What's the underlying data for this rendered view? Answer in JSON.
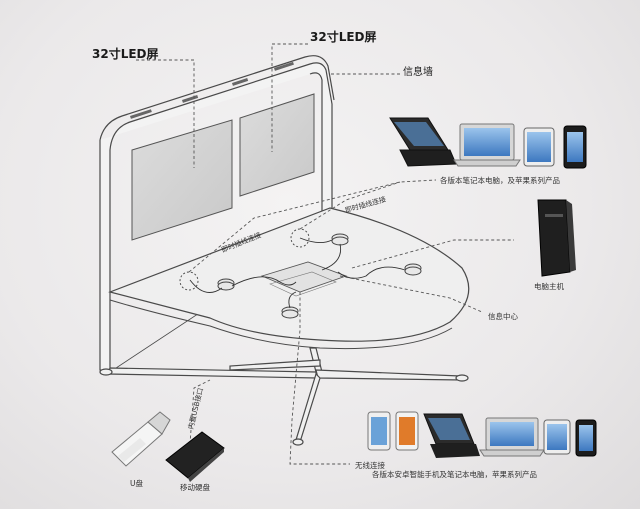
{
  "labels": {
    "led_screen_left": "32寸LED屏",
    "led_screen_right": "32寸LED屏",
    "info_wall": "信息墙",
    "laptops_apple": "各版本笔记本电脑，及苹果系列产品",
    "pc_host": "电脑主机",
    "info_center": "信息中心",
    "plug_connect_left": "即时插线连接",
    "plug_connect_right": "即时插线连接",
    "wireless_connect": "无线连接",
    "mobile_devices": "各版本安卓智能手机及笔记本电脑，苹果系列产品",
    "usb_port": "内置USB接口",
    "u_disk": "U盘",
    "mobile_hdd": "移动硬盘"
  },
  "colors": {
    "line": "#555555",
    "outline": "#4a4a4a",
    "background": "#ebe9ea"
  }
}
